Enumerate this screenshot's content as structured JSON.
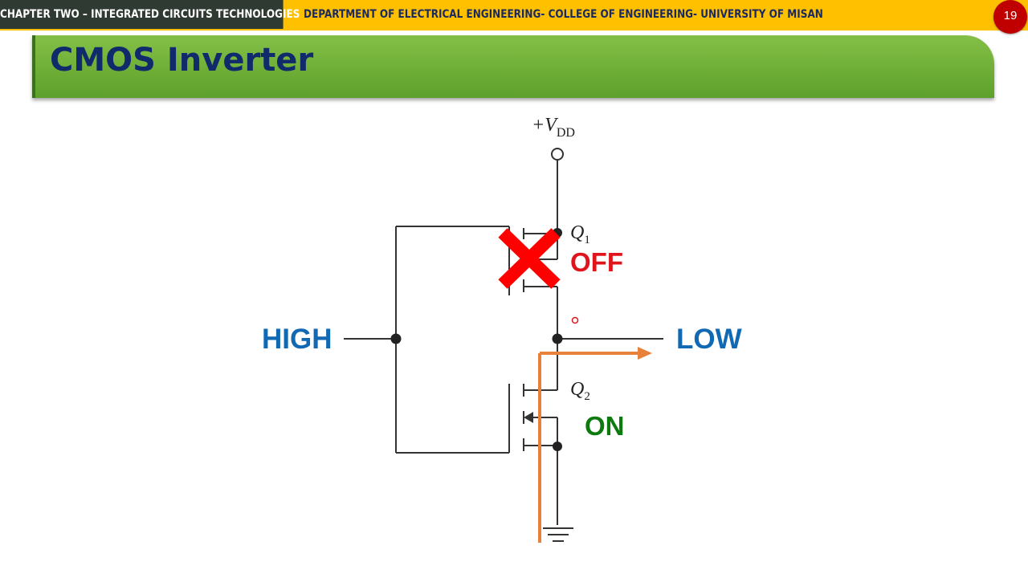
{
  "header": {
    "chapter": "CHAPTER TWO – INTEGRATED CIRCUITS TECHNOLOGIES",
    "department": "DEPARTMENT OF ELECTRICAL ENGINEERING- COLLEGE OF ENGINEERING- UNIVERSITY OF MISAN",
    "page_number": "19"
  },
  "slide": {
    "title": "CMOS Inverter"
  },
  "diagram": {
    "supply_label_prefix": "+V",
    "supply_label_subscript": "DD",
    "q1_label": "Q",
    "q1_subscript": "1",
    "q2_label": "Q",
    "q2_subscript": "2",
    "input_label": "HIGH",
    "output_label": "LOW",
    "q1_state": "OFF",
    "q2_state": "ON"
  },
  "colors": {
    "header_bar": "#ffc000",
    "chapter_tab": "#2f3a33",
    "page_badge": "#c00000",
    "title_band": "#70ad47",
    "title_text": "#102a6b",
    "input_output_text": "#1168b3",
    "off_text": "#e0151b",
    "on_text": "#0d7a0d",
    "current_path": "#e8823a"
  }
}
